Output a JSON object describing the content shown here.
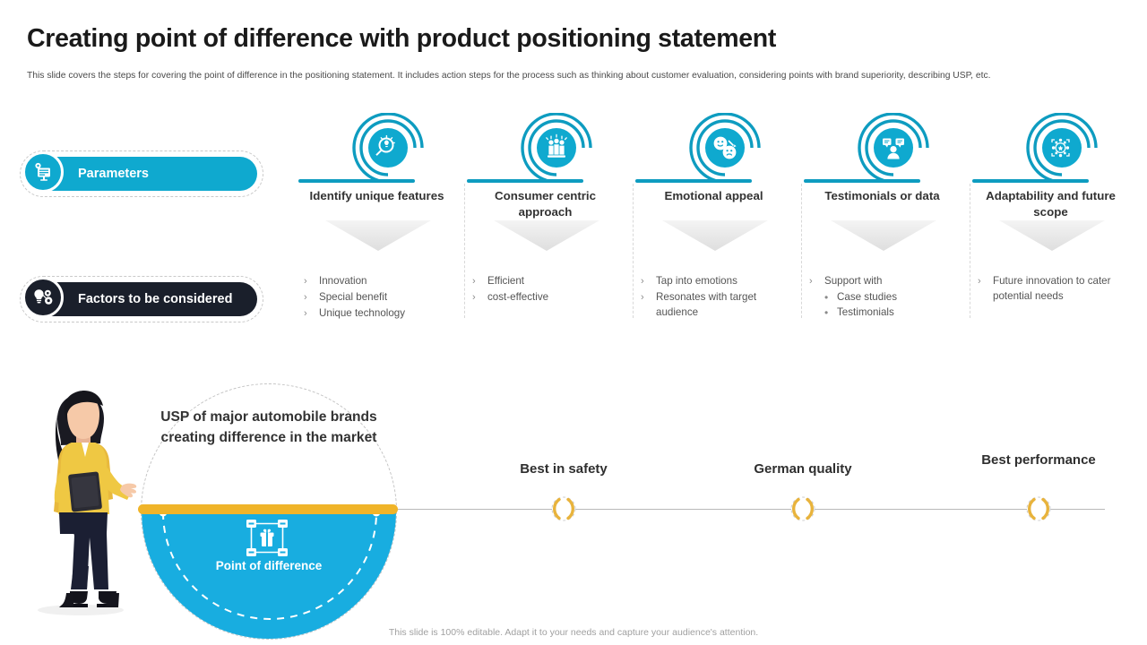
{
  "header": {
    "title": "Creating point of difference with product positioning statement",
    "subtitle": "This slide covers the steps for covering the point of difference in the positioning statement. It includes action steps for the process such as thinking about customer evaluation, considering points with brand superiority, describing USP, etc."
  },
  "row_labels": [
    {
      "label": "Parameters",
      "icon": "monitor-settings-icon",
      "color": "#0fa9cf"
    },
    {
      "label": "Factors to be considered",
      "icon": "bulb-gears-icon",
      "color": "#1a1f2b"
    }
  ],
  "columns": [
    {
      "title": "Identify unique features",
      "icon": "magnifier-lightbulb-icon",
      "items": [
        {
          "text": "Innovation",
          "subs": []
        },
        {
          "text": "Special benefit",
          "subs": []
        },
        {
          "text": "Unique technology",
          "subs": []
        }
      ]
    },
    {
      "title": "Consumer centric approach",
      "icon": "people-group-icon",
      "items": [
        {
          "text": "Efficient",
          "subs": []
        },
        {
          "text": "cost-effective",
          "subs": []
        }
      ]
    },
    {
      "title": "Emotional appeal",
      "icon": "emotion-faces-icon",
      "items": [
        {
          "text": "Tap into emotions",
          "subs": []
        },
        {
          "text": "Resonates with target audience",
          "subs": []
        }
      ]
    },
    {
      "title": "Testimonials or data",
      "icon": "testimonial-person-icon",
      "items": [
        {
          "text": "Support with",
          "subs": [
            "Case studies",
            "Testimonials"
          ]
        }
      ]
    },
    {
      "title": "Adaptability and future scope",
      "icon": "adaptability-network-icon",
      "items": [
        {
          "text": "Future innovation to cater potential needs",
          "subs": []
        }
      ]
    }
  ],
  "bottom": {
    "usp_text": "USP of major automobile brands creating difference in the market",
    "point_of_difference_label": "Point of difference",
    "point_of_difference_icon": "gift-network-icon",
    "illustration": "businesswoman-presenting-illustration",
    "timeline_items": [
      {
        "label": "Best in safety"
      },
      {
        "label": "German quality"
      },
      {
        "label": "Best performance"
      }
    ]
  },
  "footer": {
    "note": "This slide is 100% editable. Adapt it to your needs and capture your audience's attention."
  },
  "colors": {
    "teal": "#0fa9cf",
    "teal_deep": "#0e9cc0",
    "cyan": "#18ade0",
    "dark": "#1a1f2b",
    "yellow": "#f0b429",
    "text": "#333333"
  },
  "marks": {
    "chevron": "›",
    "dot": "•"
  }
}
